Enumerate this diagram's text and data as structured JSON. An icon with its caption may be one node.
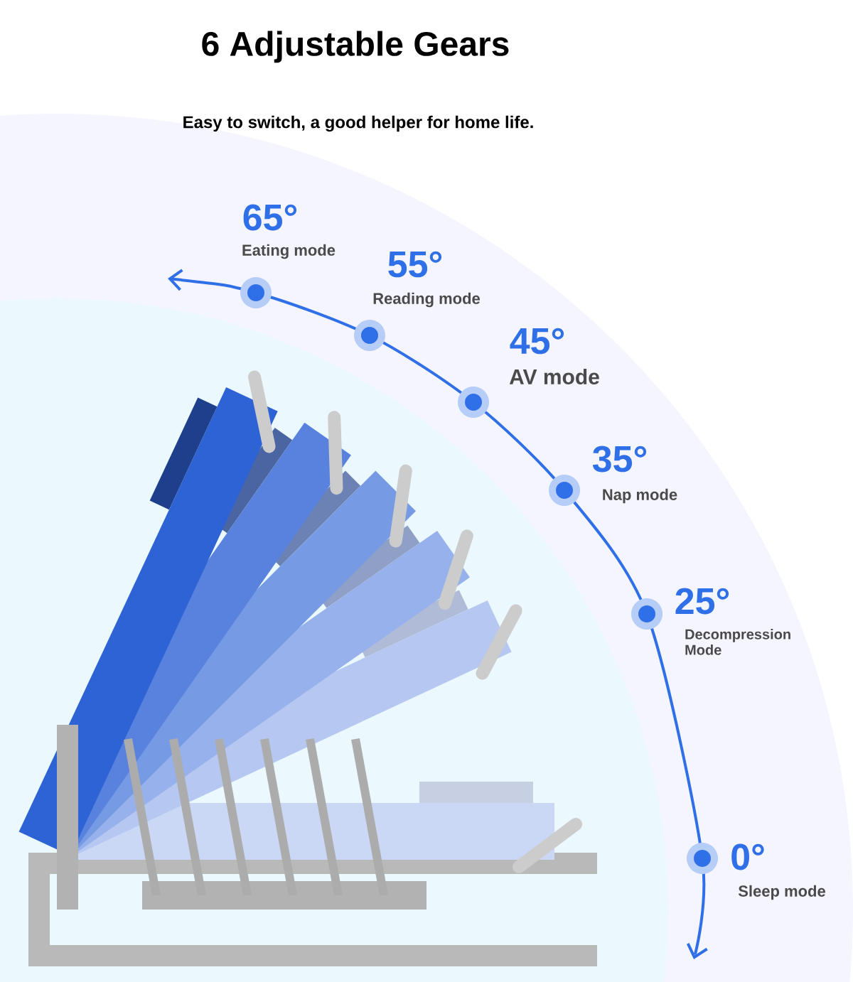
{
  "diagram": {
    "title": "6 Adjustable Gears",
    "caption": "Easy to switch,  a good helper for home life.",
    "labels": [
      "65°",
      "Eating mode",
      "55°",
      "Reading mode",
      "45°",
      "AV mode",
      "35°",
      "Nap mode",
      "25°",
      "Decompression Mode",
      "0°",
      "Sleep mode"
    ]
  }
}
